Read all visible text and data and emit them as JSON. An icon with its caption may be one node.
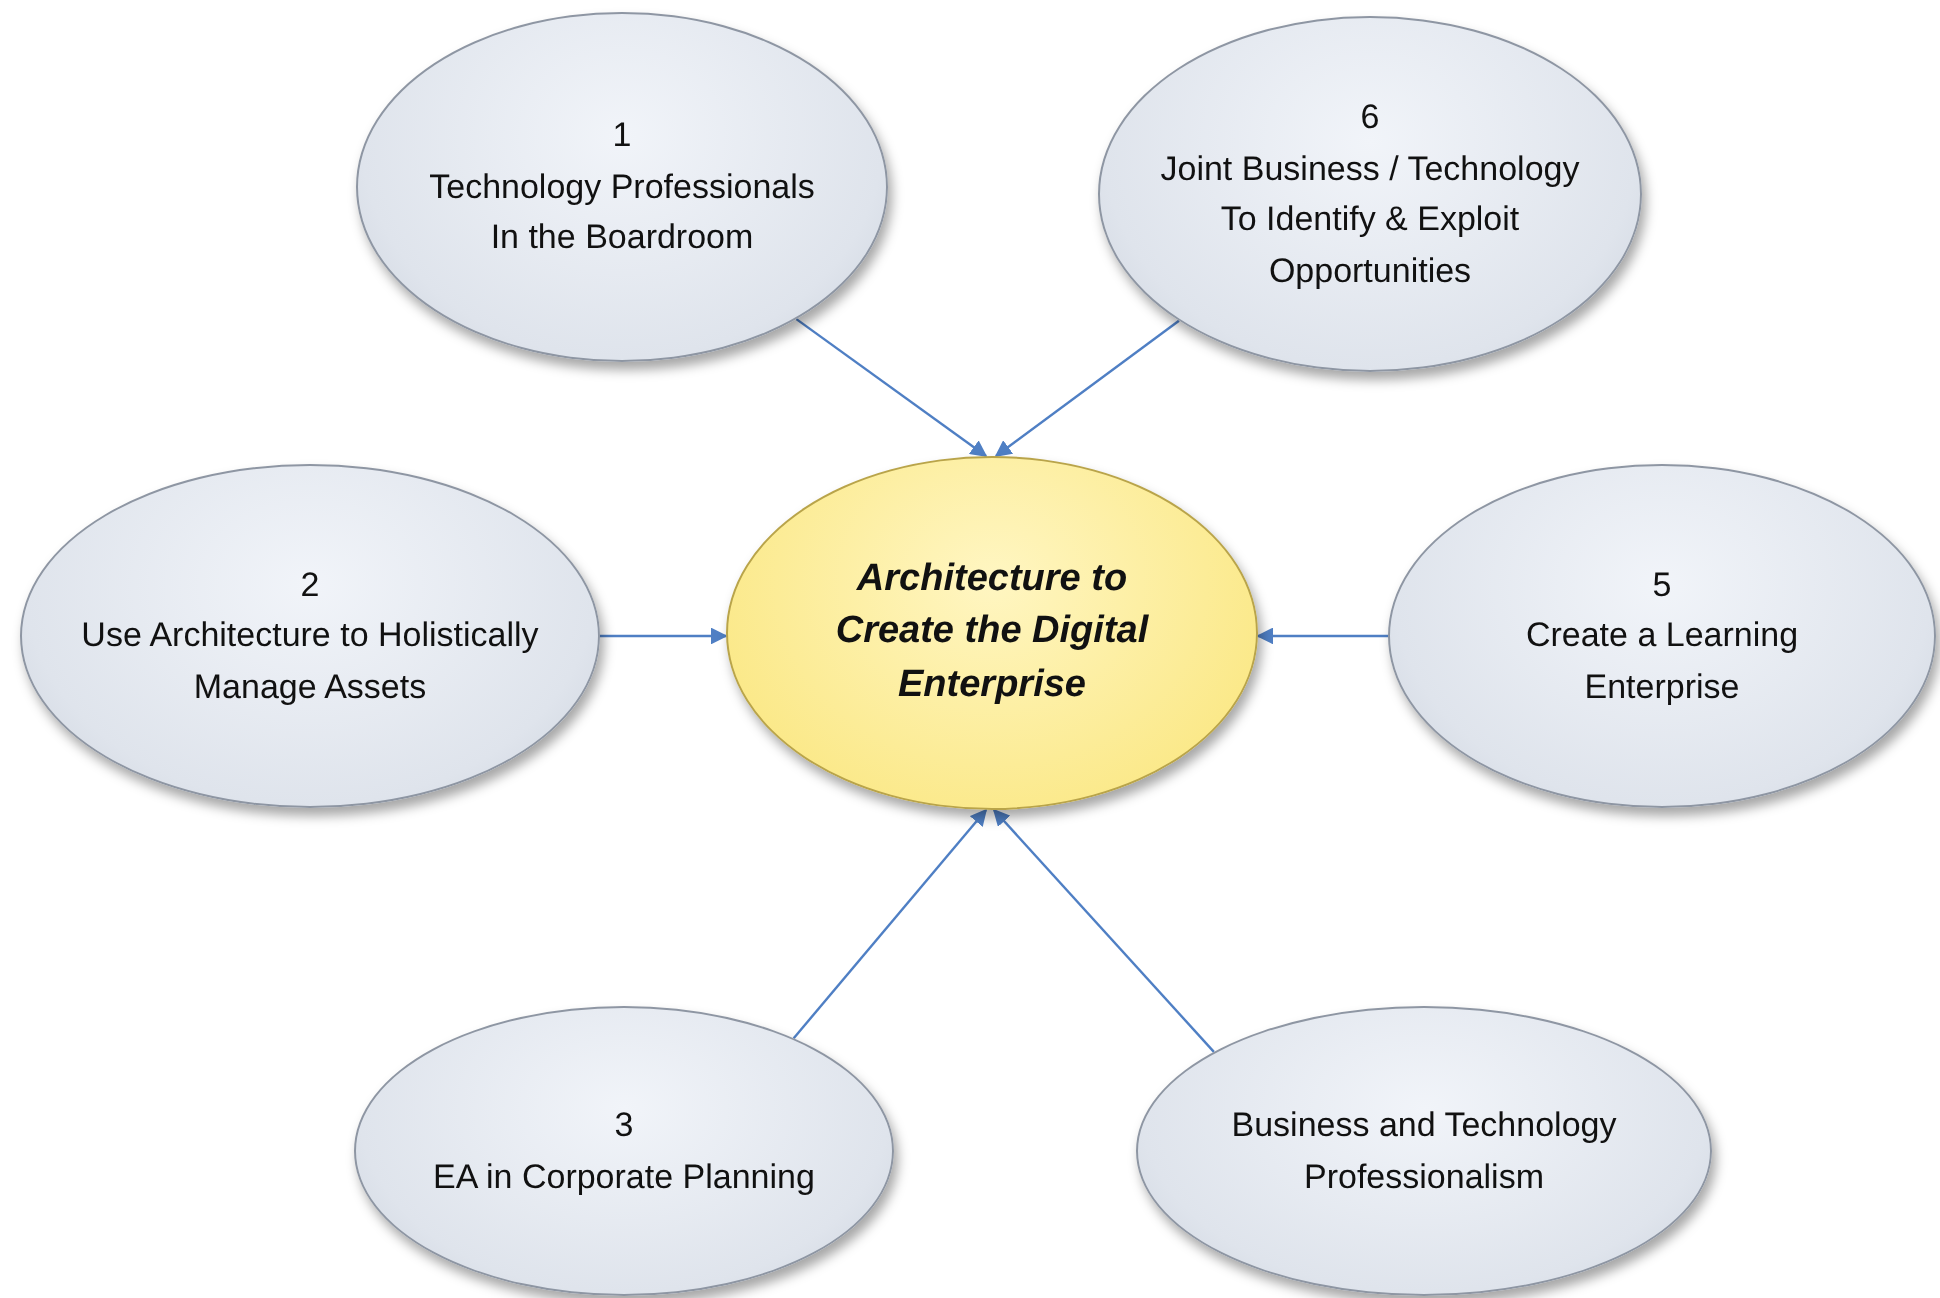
{
  "diagram": {
    "nodes": [
      {
        "text": [
          "1",
          "Technology Professionals In the Boardroom"
        ]
      },
      {
        "text": [
          "6",
          "Joint Business / Technology To Identify & Exploit Opportunities"
        ]
      },
      {
        "text": [
          "2",
          "Use Architecture to Holistically Manage Assets"
        ]
      },
      {
        "text": [
          "Architecture to Create the Digital Enterprise"
        ]
      },
      {
        "text": [
          "5",
          "Create a Learning Enterprise"
        ]
      },
      {
        "text": [
          "3",
          "EA in Corporate Planning"
        ]
      },
      {
        "text": [
          "Business and Technology Professionalism"
        ]
      }
    ],
    "edges": [
      {
        "from": 0,
        "to": 3,
        "arrow": "to"
      },
      {
        "from": 1,
        "to": 3,
        "arrow": "to"
      },
      {
        "from": 2,
        "to": 3,
        "arrow": "to"
      },
      {
        "from": 4,
        "to": 3,
        "arrow": "to"
      },
      {
        "from": 5,
        "to": 3,
        "arrow": "to"
      },
      {
        "from": 6,
        "to": 3,
        "arrow": "to"
      }
    ]
  }
}
